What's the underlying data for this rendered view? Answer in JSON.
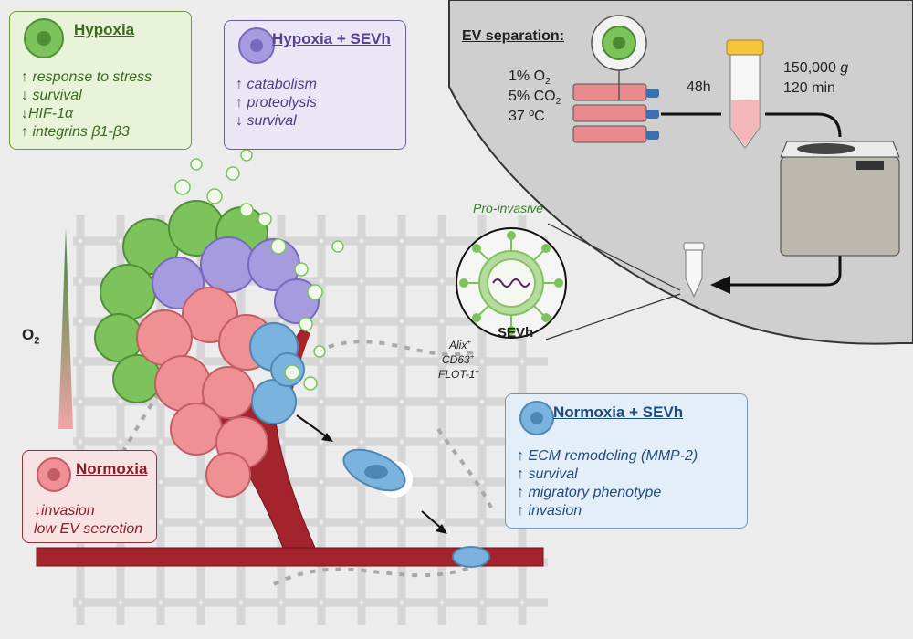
{
  "hypoxia_box": {
    "title": "Hypoxia",
    "items": [
      "↑ response to stress",
      "↓ survival",
      "↓HIF-1α",
      "↑ integrins β1-β3"
    ]
  },
  "hypoxia_sevh_box": {
    "title": "Hypoxia + SEVh",
    "items": [
      "↑ catabolism",
      "↑ proteolysis",
      "↓ survival"
    ]
  },
  "normoxia_box": {
    "title": "Normoxia",
    "items": [
      "↓invasion",
      "low EV secretion"
    ]
  },
  "normoxia_sevh_box": {
    "title": "Normoxia + SEVh",
    "items": [
      "↑ ECM remodeling (MMP-2)",
      "↑ survival",
      "↑ migratory phenotype",
      "↑ invasion"
    ]
  },
  "ev_separation": {
    "title": "EV separation:",
    "conditions": {
      "o2_value": "1% O",
      "o2_sub": "2",
      "co2_value": "5% CO",
      "co2_sub": "2",
      "temp": "37 ºC"
    },
    "incubation_time": "48h",
    "centrifuge_g": "150,000 ",
    "centrifuge_g_unit": "g",
    "centrifuge_time": "120 min"
  },
  "sevh": {
    "annotation": "Pro-invasive",
    "label": "SEVh",
    "markers": [
      {
        "name": "Alix",
        "sign": "+"
      },
      {
        "name": "CD63",
        "sign": "+"
      },
      {
        "name": "FLOT-1",
        "sign": "+"
      }
    ]
  },
  "oxygen_gradient": {
    "label": "O",
    "sub": "2"
  },
  "colors": {
    "hypoxia": "#7cc35b",
    "hypoxia_sevh": "#a79be0",
    "normoxia": "#ef9095",
    "normoxia_sevh": "#7ab4de",
    "vessel": "#a3242d",
    "ev_panel": "#cfcfcf"
  }
}
